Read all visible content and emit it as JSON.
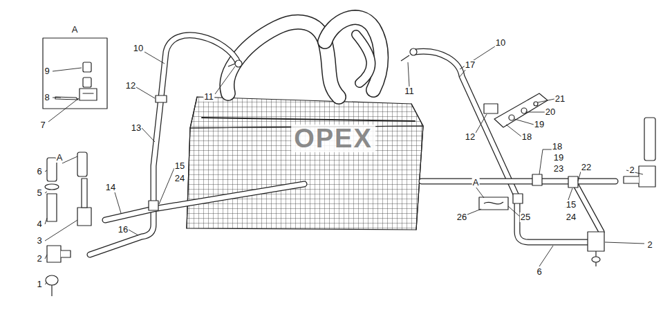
{
  "diagram": {
    "labels": [
      "A",
      "9",
      "8",
      "7",
      "10",
      "11",
      "12",
      "13",
      "6",
      "A",
      "5",
      "4",
      "3",
      "2",
      "1",
      "14",
      "15",
      "24",
      "16",
      "10",
      "11",
      "17",
      "21",
      "20",
      "19",
      "18",
      "12",
      "18",
      "19",
      "23",
      "22",
      "2",
      "A",
      "26",
      "25",
      "15",
      "24",
      "2",
      "6",
      "OPEX"
    ]
  }
}
